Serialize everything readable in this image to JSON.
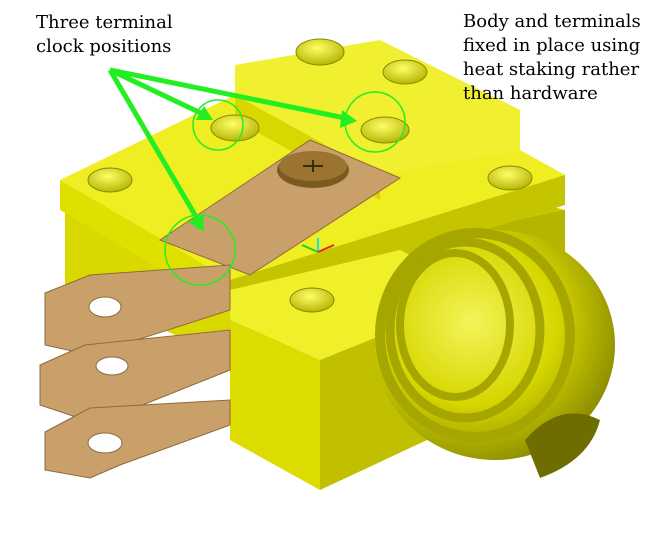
{
  "annotations": {
    "left_lines": [
      "Three terminal",
      "clock positions"
    ],
    "right_lines": [
      "Body and terminals",
      "fixed in place using",
      "heat staking rather",
      "than hardware"
    ]
  },
  "colors": {
    "body": "#d6d600",
    "body_light": "#eeee22",
    "body_dark": "#a8a800",
    "terminal": "#c9a06a",
    "terminal_dark": "#8f6a3e",
    "screw": "#7a5a20",
    "arrow": "#22ee22"
  },
  "icons": [
    "axis-triad-icon",
    "rivet-head-icon",
    "screw-head-icon"
  ]
}
